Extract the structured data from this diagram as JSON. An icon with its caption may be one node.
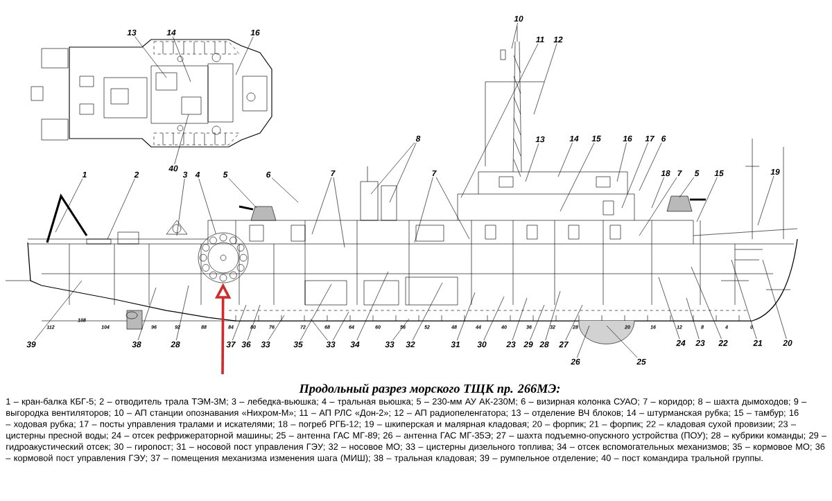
{
  "diagram": {
    "title": "Продольный разрез морского ТЩК пр. 266МЭ:",
    "caption": "1 – кран-балка КБГ-5; 2 – отводитель трала ТЭМ-3М; 3 – лебедка-вьюшка; 4 – тральная вьюшка; 5 – 230-мм АУ АК-230М; 6 – визирная колонка СУАО; 7 – коридор; 8 – шахта дымоходов; 9 – выгородка вентиляторов; 10 – АП станции опознавания «Нихром-М»; 11 – АП РЛС «Дон-2»; 12 – АП радиопеленгатора; 13 – отделение ВЧ блоков; 14 – штурманская рубка; 15 – тамбур; 16 – ходовая рубка; 17 – посты управления тралами и искателями; 18 – погреб РГБ-12; 19 – шкиперская и малярная кладовая; 20 – форпик; 21 – форпик; 22 – кладовая сухой провизии; 23 – цистерны пресной воды; 24 – отсек рефрижераторной машины; 25 – антенна ГАС МГ-89; 26 – антенна ГАС МГ-35Э; 27 – шахта подъемно-опускного устройства (ПОУ); 28 – кубрики команды; 29 – гидроакустический отсек; 30 – гиропост; 31 – носовой пост управления ГЭУ; 32 – носовое МО; 33 – цистерны дизельного топлива; 34 – отсек вспомогательных механизмов; 35 – кормовое МО; 36 – кормовой пост управления ГЭУ; 37 – помещения механизма изменения шага (МИШ); 38 – тральная кладовая; 39 – румпельное отделение; 40 – пост командира тральной группы.",
    "nodes": [
      {
        "text": [
          "13"
        ]
      },
      {
        "text": [
          "14"
        ]
      },
      {
        "text": [
          "16"
        ]
      },
      {
        "text": [
          "40"
        ]
      },
      {
        "text": [
          "10"
        ]
      },
      {
        "text": [
          "11"
        ]
      },
      {
        "text": [
          "12"
        ]
      },
      {
        "text": [
          "8"
        ]
      },
      {
        "text": [
          "13"
        ]
      },
      {
        "text": [
          "14"
        ]
      },
      {
        "text": [
          "15"
        ]
      },
      {
        "text": [
          "16"
        ]
      },
      {
        "text": [
          "17"
        ]
      },
      {
        "text": [
          "6"
        ]
      },
      {
        "text": [
          "1"
        ]
      },
      {
        "text": [
          "2"
        ]
      },
      {
        "text": [
          "3"
        ]
      },
      {
        "text": [
          "4"
        ]
      },
      {
        "text": [
          "5"
        ]
      },
      {
        "text": [
          "6"
        ]
      },
      {
        "text": [
          "7"
        ]
      },
      {
        "text": [
          "7"
        ]
      },
      {
        "text": [
          "18"
        ]
      },
      {
        "text": [
          "7"
        ]
      },
      {
        "text": [
          "5"
        ]
      },
      {
        "text": [
          "15"
        ]
      },
      {
        "text": [
          "19"
        ]
      },
      {
        "text": [
          "39"
        ]
      },
      {
        "text": [
          "38"
        ]
      },
      {
        "text": [
          "28"
        ]
      },
      {
        "text": [
          "37"
        ]
      },
      {
        "text": [
          "36"
        ]
      },
      {
        "text": [
          "33"
        ]
      },
      {
        "text": [
          "35"
        ]
      },
      {
        "text": [
          "33"
        ]
      },
      {
        "text": [
          "34"
        ]
      },
      {
        "text": [
          "33"
        ]
      },
      {
        "text": [
          "32"
        ]
      },
      {
        "text": [
          "31"
        ]
      },
      {
        "text": [
          "30"
        ]
      },
      {
        "text": [
          "23"
        ]
      },
      {
        "text": [
          "29"
        ]
      },
      {
        "text": [
          "28"
        ]
      },
      {
        "text": [
          "27"
        ]
      },
      {
        "text": [
          "26"
        ]
      },
      {
        "text": [
          "25"
        ]
      },
      {
        "text": [
          "24"
        ]
      },
      {
        "text": [
          "23"
        ]
      },
      {
        "text": [
          "22"
        ]
      },
      {
        "text": [
          "21"
        ]
      },
      {
        "text": [
          "20"
        ]
      },
      {
        "text": [],
        "shape": "circle"
      }
    ],
    "edges": [
      {
        "from": 0,
        "to": null,
        "arrow": "none"
      },
      {
        "from": 1,
        "to": null,
        "arrow": "none"
      },
      {
        "from": 2,
        "to": null,
        "arrow": "none"
      },
      {
        "from": 3,
        "to": null,
        "arrow": "none"
      },
      {
        "from": 4,
        "to": null,
        "arrow": "none"
      },
      {
        "from": 5,
        "to": null,
        "arrow": "none"
      },
      {
        "from": 6,
        "to": null,
        "arrow": "none"
      },
      {
        "from": 7,
        "to": null,
        "arrow": "none"
      },
      {
        "from": 7,
        "to": null,
        "arrow": "none"
      },
      {
        "from": 8,
        "to": null,
        "arrow": "none"
      },
      {
        "from": 9,
        "to": null,
        "arrow": "none"
      },
      {
        "from": 10,
        "to": null,
        "arrow": "none"
      },
      {
        "from": 11,
        "to": null,
        "arrow": "none"
      },
      {
        "from": 12,
        "to": null,
        "arrow": "none"
      },
      {
        "from": 13,
        "to": null,
        "arrow": "none"
      },
      {
        "from": 14,
        "to": null,
        "arrow": "none"
      },
      {
        "from": 15,
        "to": null,
        "arrow": "none"
      },
      {
        "from": 16,
        "to": null,
        "arrow": "none"
      },
      {
        "from": 17,
        "to": 51,
        "arrow": "none"
      },
      {
        "from": 18,
        "to": null,
        "arrow": "none"
      },
      {
        "from": 19,
        "to": null,
        "arrow": "none"
      },
      {
        "from": 20,
        "to": null,
        "arrow": "none"
      },
      {
        "from": 20,
        "to": null,
        "arrow": "none"
      },
      {
        "from": 21,
        "to": null,
        "arrow": "none"
      },
      {
        "from": 21,
        "to": null,
        "arrow": "none"
      },
      {
        "from": 22,
        "to": null,
        "arrow": "none"
      },
      {
        "from": 23,
        "to": null,
        "arrow": "none"
      },
      {
        "from": 24,
        "to": null,
        "arrow": "none"
      },
      {
        "from": 25,
        "to": null,
        "arrow": "none"
      },
      {
        "from": 26,
        "to": null,
        "arrow": "none"
      },
      {
        "from": 27,
        "to": null,
        "arrow": "none"
      },
      {
        "from": 28,
        "to": null,
        "arrow": "none"
      },
      {
        "from": 29,
        "to": null,
        "arrow": "none"
      },
      {
        "from": 30,
        "to": null,
        "arrow": "none"
      },
      {
        "from": 31,
        "to": null,
        "arrow": "none"
      },
      {
        "from": 32,
        "to": null,
        "arrow": "none"
      },
      {
        "from": 33,
        "to": null,
        "arrow": "none"
      },
      {
        "from": 34,
        "to": null,
        "arrow": "none"
      },
      {
        "from": 34,
        "to": null,
        "arrow": "none"
      },
      {
        "from": 35,
        "to": null,
        "arrow": "none"
      },
      {
        "from": 36,
        "to": null,
        "arrow": "none"
      },
      {
        "from": 37,
        "to": null,
        "arrow": "none"
      },
      {
        "from": 38,
        "to": null,
        "arrow": "none"
      },
      {
        "from": 39,
        "to": null,
        "arrow": "none"
      },
      {
        "from": 40,
        "to": null,
        "arrow": "none"
      },
      {
        "from": 41,
        "to": null,
        "arrow": "none"
      },
      {
        "from": 42,
        "to": null,
        "arrow": "none"
      },
      {
        "from": 43,
        "to": null,
        "arrow": "none"
      },
      {
        "from": 44,
        "to": null,
        "arrow": "none"
      },
      {
        "from": 45,
        "to": null,
        "arrow": "none"
      },
      {
        "from": 46,
        "to": null,
        "arrow": "none"
      },
      {
        "from": 47,
        "to": null,
        "arrow": "none"
      },
      {
        "from": 48,
        "to": null,
        "arrow": "none"
      },
      {
        "from": 49,
        "to": null,
        "arrow": "none"
      },
      {
        "from": 50,
        "to": null,
        "arrow": "none"
      },
      {
        "from": null,
        "to": 51,
        "arrow": "to",
        "style": "thick",
        "color": "#d42a2a"
      }
    ],
    "labels": [
      "112",
      "108",
      "104",
      "96",
      "92",
      "88",
      "84",
      "80",
      "76",
      "72",
      "68",
      "64",
      "60",
      "56",
      "52",
      "48",
      "44",
      "40",
      "36",
      "32",
      "28",
      "20",
      "16",
      "12",
      "8",
      "4",
      "0"
    ]
  }
}
